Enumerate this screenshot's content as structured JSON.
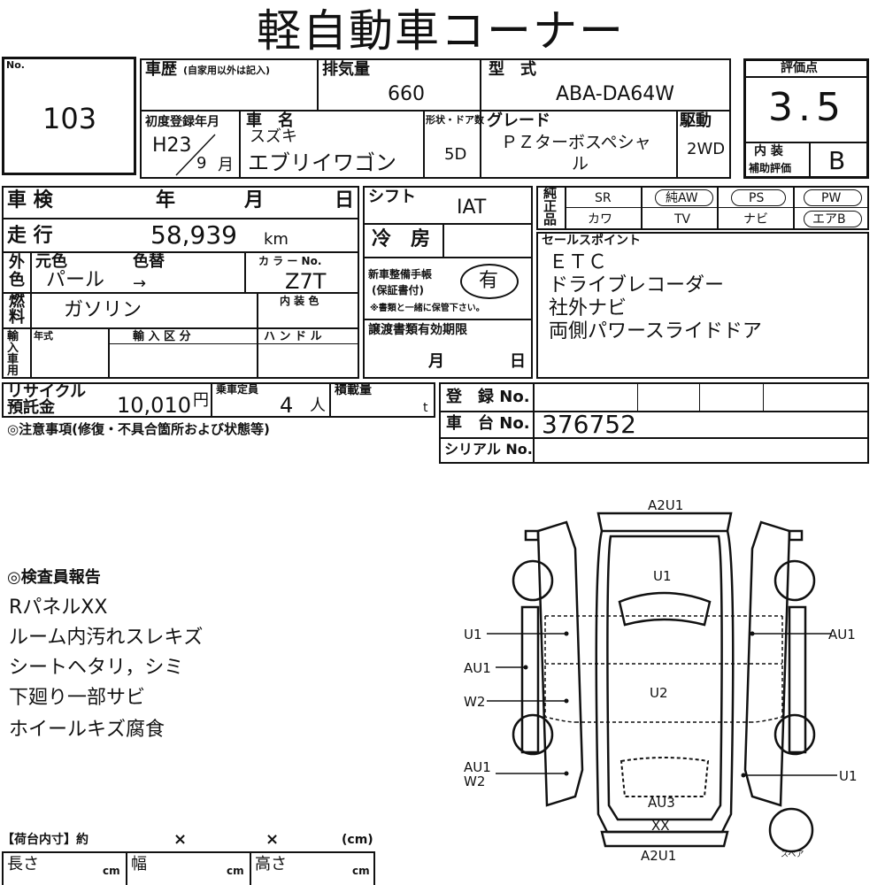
{
  "title": "軽自動車コーナー",
  "lot": {
    "no_label": "No.",
    "number": "103"
  },
  "history": {
    "label": "車歴",
    "note": "(自家用以外は記入)"
  },
  "displacement": {
    "label": "排気量",
    "value": "660"
  },
  "model": {
    "label": "型　式",
    "value": "ABA-DA64W"
  },
  "score": {
    "label": "評価点",
    "value": "3.5",
    "interior_label1": "内 装",
    "interior_label2": "補助評価",
    "interior_value": "B"
  },
  "first_reg": {
    "label": "初度登録年月",
    "era": "H23",
    "month": "9",
    "month_unit": "月"
  },
  "car_name": {
    "label": "車　名",
    "maker": "スズキ",
    "name": "エブリイワゴン"
  },
  "doors": {
    "label": "形状・ドア数",
    "value": "5D"
  },
  "grade": {
    "label": "グレード",
    "value1": "ＰＺターボスペシャ",
    "value2": "ル"
  },
  "drive": {
    "label": "駆動",
    "value": "2WD"
  },
  "inspection": {
    "label": "車 検",
    "year": "年",
    "month": "月",
    "day": "日"
  },
  "shift": {
    "label": "シフト",
    "value": "IAT"
  },
  "equip": {
    "label1": "純",
    "label2": "正",
    "label3": "品",
    "row1": [
      "SR",
      "純AW",
      "PS",
      "PW"
    ],
    "row2": [
      "カワ",
      "TV",
      "ナビ",
      "エアB"
    ]
  },
  "mileage": {
    "label": "走 行",
    "value": "58,939",
    "unit": "km"
  },
  "aircon": {
    "label": "冷　房"
  },
  "exterior": {
    "label1": "外",
    "label2": "色",
    "orig_label": "元色",
    "change_label": "色替",
    "orig_value": "パール",
    "arrow": "→",
    "color_label": "カ ラ ー No.",
    "color_value": "Z7T"
  },
  "warranty": {
    "label1": "新車整備手帳",
    "label2": "(保証書付)",
    "value": "有",
    "note": "※書類と一緒に保管下さい。"
  },
  "sales": {
    "label": "セールスポイント",
    "items": [
      "ＥＴＣ",
      "ドライブレコーダー",
      "社外ナビ",
      "両側パワースライドドア"
    ]
  },
  "fuel": {
    "label1": "燃",
    "label2": "料",
    "value": "ガソリン",
    "interior_color_label": "内 装 色"
  },
  "import": {
    "label": "輸入車用",
    "year_label": "年式",
    "category_label": "輸 入 区 分",
    "handle_label": "ハ ン ド ル"
  },
  "transfer": {
    "label": "譲渡書類有効期限",
    "month": "月",
    "day": "日"
  },
  "recycle": {
    "label1": "リサイクル",
    "label2": "預託金",
    "value": "10,010",
    "unit": "円"
  },
  "capacity": {
    "label": "乗車定員",
    "value": "4",
    "unit": "人"
  },
  "load": {
    "label": "積載量",
    "unit": "t"
  },
  "registration": {
    "label": "登　録 No."
  },
  "chassis": {
    "label": "車　台 No.",
    "value": "376752"
  },
  "serial": {
    "label": "シリアル No."
  },
  "caution": {
    "label": "◎注意事項(修復・不具合箇所および状態等)"
  },
  "report": {
    "label": "◎検査員報告",
    "items": [
      "RパネルXX",
      "ルーム内汚れスレキズ",
      "シートヘタリ，シミ",
      "下廻り一部サビ",
      "ホイールキズ腐食"
    ]
  },
  "cargo": {
    "label": "【荷台内寸】約",
    "x1": "×",
    "x2": "×",
    "unit": "(cm)",
    "length": "長さ",
    "width": "幅",
    "height": "高さ",
    "cm": "cm"
  },
  "diagram": {
    "front_top": "A2U1",
    "hood": "U1",
    "roof": "U2",
    "rear_glass": "AU3",
    "rear_bumper": "XX",
    "rear_bottom": "A2U1",
    "left1": "U1",
    "left2": "AU1",
    "left3": "W2",
    "left4a": "AU1",
    "left4b": "W2",
    "right1": "AU1",
    "right2": "U1",
    "spare": "スペア"
  }
}
